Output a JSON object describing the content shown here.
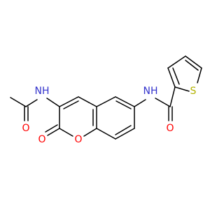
{
  "atoms": {
    "nh_acetyl": "NH",
    "o_acetyl": "O",
    "o_carbonyl": "O",
    "o_ring": "O",
    "nh_amide": "NH",
    "o_amide": "O",
    "s_thiophene": "S"
  },
  "colors": {
    "bond": "#000000",
    "nitrogen": "#3333cc",
    "oxygen": "#ff0000",
    "sulfur": "#b2b200",
    "background": "#ffffff"
  }
}
